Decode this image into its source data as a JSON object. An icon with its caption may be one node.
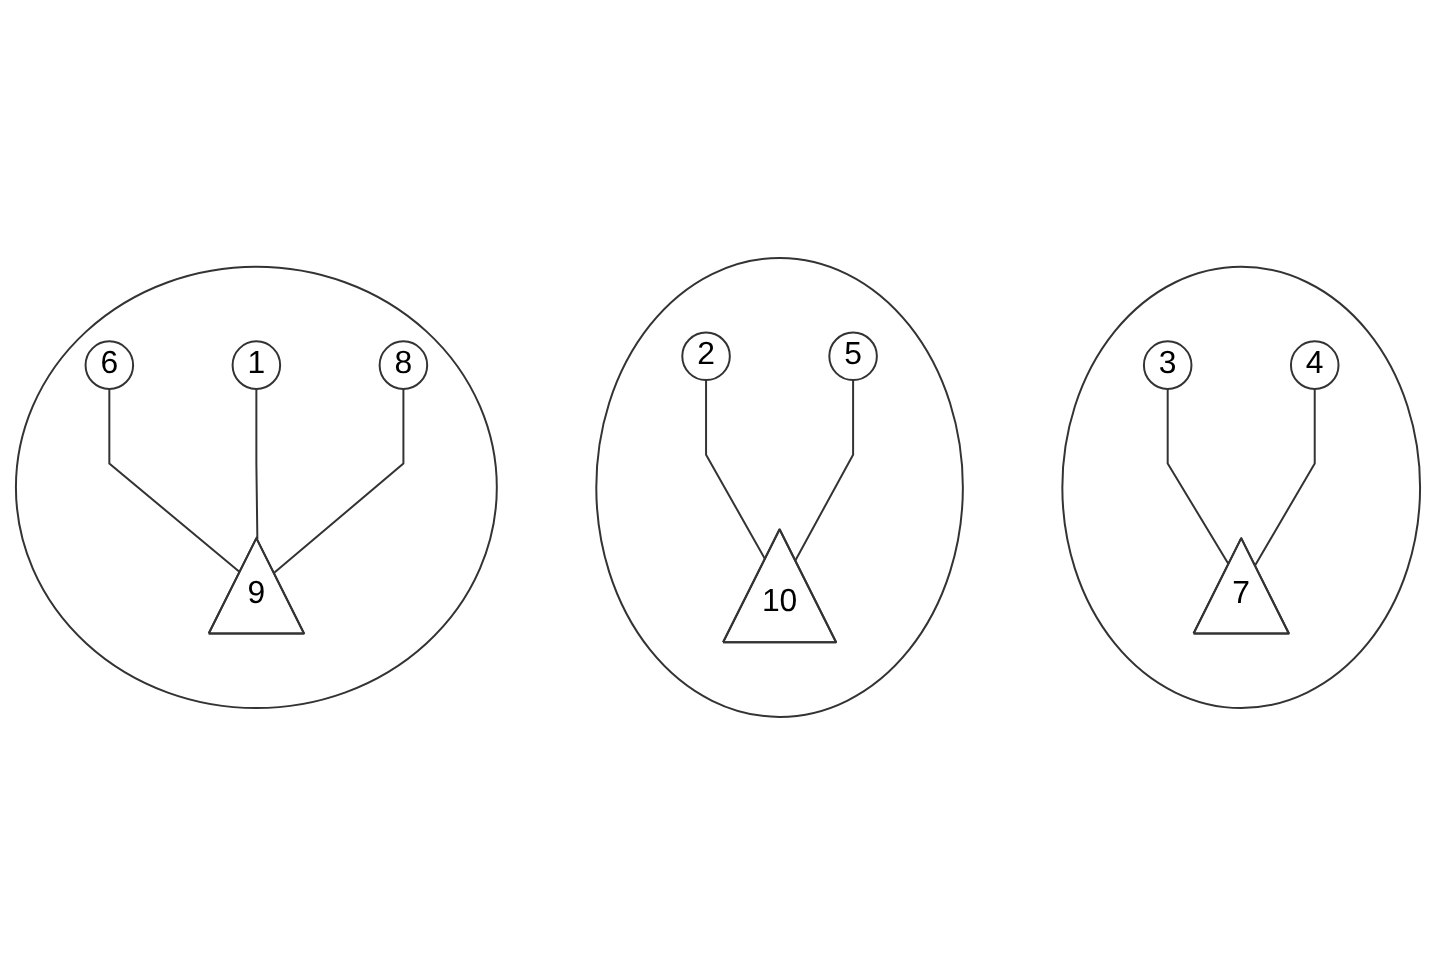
{
  "diagram": {
    "nodes": [
      {
        "text": [],
        "shape": "ellipse"
      },
      {
        "text": [
          "3"
        ],
        "in": 0
      },
      {
        "text": [
          "7"
        ],
        "in": 0
      },
      {
        "text": [
          "4"
        ],
        "in": 0
      },
      {
        "text": [],
        "shape": "ellipse"
      },
      {
        "text": [
          "2"
        ],
        "in": 4
      },
      {
        "text": [
          "10"
        ],
        "in": 4
      },
      {
        "text": [
          "5"
        ],
        "in": 4
      },
      {
        "text": [],
        "shape": "ellipse"
      },
      {
        "text": [
          "6"
        ],
        "in": 8
      },
      {
        "text": [
          "9"
        ],
        "in": 8
      },
      {
        "text": [
          "1"
        ],
        "in": 8
      },
      {
        "text": [
          "8"
        ],
        "in": 8
      }
    ],
    "edges": [
      {
        "from": 1,
        "to": 2,
        "arrow": "none"
      },
      {
        "from": 3,
        "to": 2,
        "arrow": "none"
      },
      {
        "from": 5,
        "to": 6,
        "arrow": "none"
      },
      {
        "from": 7,
        "to": 6,
        "arrow": "none"
      },
      {
        "from": 9,
        "to": 10,
        "arrow": "none"
      },
      {
        "from": 11,
        "to": 10,
        "arrow": "none"
      },
      {
        "from": 12,
        "to": 10,
        "arrow": "none"
      }
    ]
  }
}
